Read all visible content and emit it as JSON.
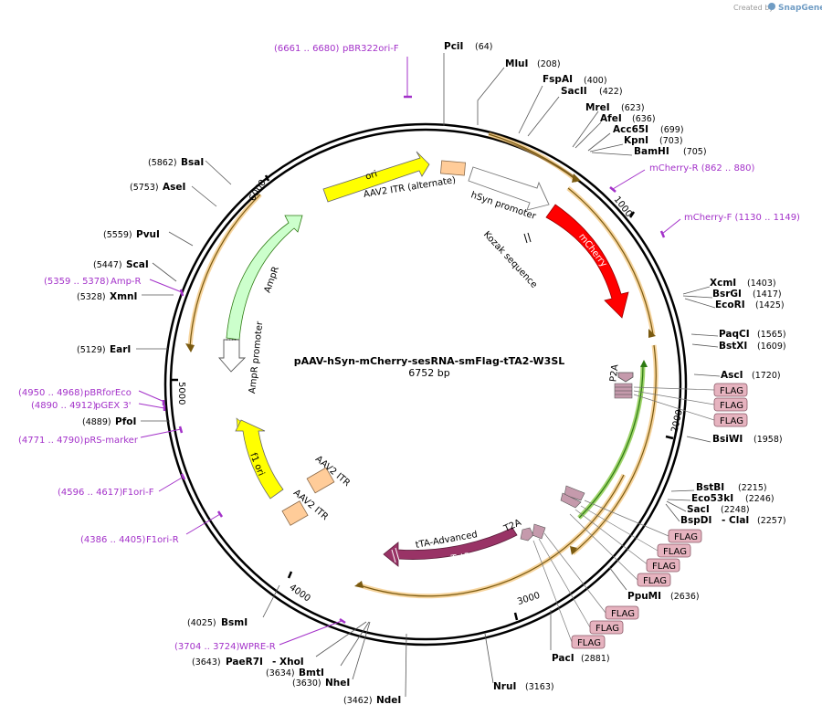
{
  "credit": {
    "created_by": "Created by",
    "brand": "SnapGene"
  },
  "plasmid": {
    "name": "pAAV-hSyn-mCherry-sesRNA-smFlag-tTA2-W3SL",
    "size": "6752 bp"
  },
  "ticks": [
    "1000",
    "2000",
    "3000",
    "4000",
    "5000",
    "6000"
  ],
  "enzymes": [
    {
      "name": "PciI",
      "pos": "(64)"
    },
    {
      "name": "MluI",
      "pos": "(208)"
    },
    {
      "name": "FspAI",
      "pos": "(400)"
    },
    {
      "name": "SacII",
      "pos": "(422)"
    },
    {
      "name": "MreI",
      "pos": "(623)"
    },
    {
      "name": "AfeI",
      "pos": "(636)"
    },
    {
      "name": "Acc65I",
      "pos": "(699)"
    },
    {
      "name": "KpnI",
      "pos": "(703)"
    },
    {
      "name": "BamHI",
      "pos": "(705)"
    },
    {
      "name": "XcmI",
      "pos": "(1403)"
    },
    {
      "name": "BsrGI",
      "pos": "(1417)"
    },
    {
      "name": "EcoRI",
      "pos": "(1425)"
    },
    {
      "name": "PaqCI",
      "pos": "(1565)"
    },
    {
      "name": "BstXI",
      "pos": "(1609)"
    },
    {
      "name": "AscI",
      "pos": "(1720)"
    },
    {
      "name": "BsiWI",
      "pos": "(1958)"
    },
    {
      "name": "BstBI",
      "pos": "(2215)"
    },
    {
      "name": "Eco53kI",
      "pos": "(2246)"
    },
    {
      "name": "SacI",
      "pos": "(2248)"
    },
    {
      "name": "BspDI",
      "pos": "(2257)"
    },
    {
      "name": "- ClaI",
      "pos": ""
    },
    {
      "name": "PpuMI",
      "pos": "(2636)"
    },
    {
      "name": "PacI",
      "pos": "(2881)"
    },
    {
      "name": "NruI",
      "pos": "(3163)"
    },
    {
      "name": "NdeI",
      "pos": "(3462)"
    },
    {
      "name": "NheI",
      "pos": "(3630)"
    },
    {
      "name": "BmtI",
      "pos": "(3634)"
    },
    {
      "name": "PaeR7I",
      "pos": "(3643)"
    },
    {
      "name": "- XhoI",
      "pos": ""
    },
    {
      "name": "BsmI",
      "pos": "(4025)"
    },
    {
      "name": "PfoI",
      "pos": "(4889)"
    },
    {
      "name": "EarI",
      "pos": "(5129)"
    },
    {
      "name": "XmnI",
      "pos": "(5328)"
    },
    {
      "name": "ScaI",
      "pos": "(5447)"
    },
    {
      "name": "PvuI",
      "pos": "(5559)"
    },
    {
      "name": "AseI",
      "pos": "(5753)"
    },
    {
      "name": "BsaI",
      "pos": "(5862)"
    }
  ],
  "primers": [
    {
      "pos": "(6661 .. 6680)",
      "name": "pBR322ori-F"
    },
    {
      "pos": "",
      "name": "mCherry-R (862 .. 880)"
    },
    {
      "pos": "",
      "name": "mCherry-F (1130 .. 1149)"
    },
    {
      "pos": "(5359 .. 5378)",
      "name": "Amp-R"
    },
    {
      "pos": "(4950 .. 4968)",
      "name": "pBRforEco"
    },
    {
      "pos": "(4890 .. 4912)",
      "name": "pGEX 3'"
    },
    {
      "pos": "(4771 .. 4790)",
      "name": "pRS-marker"
    },
    {
      "pos": "(4596 .. 4617)",
      "name": "F1ori-F"
    },
    {
      "pos": "(4386 .. 4405)",
      "name": "F1ori-R"
    },
    {
      "pos": "(3704 .. 3724)",
      "name": "WPRE-R"
    }
  ],
  "features": {
    "ori": "ori",
    "itr_alt": "AAV2 ITR (alternate)",
    "hsyn": "hSyn promoter",
    "kozak": "Kozak sequence",
    "mcherry": "mCherry",
    "p2a": "P2A",
    "ampr": "AmpR",
    "ampr_promoter": "AmpR promoter",
    "f1ori": "f1 ori",
    "itr1": "AAV2 ITR",
    "itr2": "AAV2 ITR",
    "tta": "tTA-Advanced",
    "tetr": "TetR",
    "t2a": "T2A"
  },
  "flag_label": "FLAG",
  "colors": {
    "ori": "#ffff00",
    "mcherry": "#ff0000",
    "ampr": "#ccffcc",
    "tetr": "#993366",
    "itr": "#ffcc99",
    "flag": "#e6b3bf",
    "primer": "#a331c9",
    "orf": "#f0b85c"
  }
}
